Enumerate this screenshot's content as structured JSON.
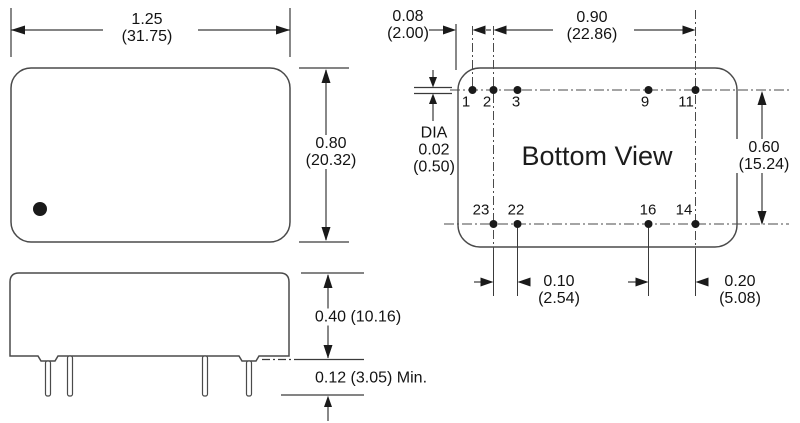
{
  "drawing": {
    "top_view": {
      "width": {
        "in": "1.25",
        "mm": "(31.75)"
      },
      "height": {
        "in": "0.80",
        "mm": "(20.32)"
      }
    },
    "side_view": {
      "body_height": "0.40 (10.16)",
      "pin_length": "0.12 (3.05) Min."
    },
    "bottom_view": {
      "title": "Bottom View",
      "edge_to_pin": {
        "in": "0.08",
        "mm": "(2.00)"
      },
      "pin_span": {
        "in": "0.90",
        "mm": "(22.86)"
      },
      "pin_dia": {
        "label": "DIA",
        "in": "0.02",
        "mm": "(0.50)"
      },
      "row_span": {
        "in": "0.60",
        "mm": "(15.24)"
      },
      "pin_pitch": {
        "in": "0.10",
        "mm": "(2.54)"
      },
      "end_pitch": {
        "in": "0.20",
        "mm": "(5.08)"
      },
      "top_pins": [
        "1",
        "2",
        "3",
        "9",
        "11"
      ],
      "bottom_pins": [
        "23",
        "22",
        "16",
        "14"
      ]
    },
    "colors": {
      "line": "#4a4a4a",
      "dim_line": "#3a3a3a",
      "ink": "#1a1a1a"
    }
  }
}
